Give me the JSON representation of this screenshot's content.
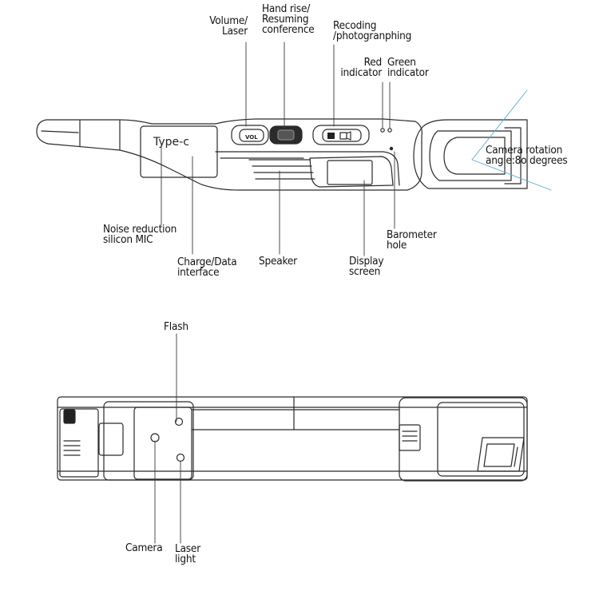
{
  "top_view": {
    "callouts": {
      "volume_laser": "Volume/\nLaser",
      "hand_rise": "Hand rise/\nResuming\nconference",
      "recording": "Recoding\n/photogranphing",
      "red_indicator": "Red\nindicator",
      "green_indicator": "Green\nindicator",
      "camera_rotation": "Camera rotation\nangle:8o degrees",
      "noise_mic": "Noise reduction\nsilicon MIC",
      "charge_interface": "Charge/Data\ninterface",
      "speaker": "Speaker",
      "display_screen": "Display\nscreen",
      "barometer_hole": "Barometer\nhole"
    },
    "device_text": {
      "type_c": "Type-c",
      "vol_button": "VOL"
    }
  },
  "bottom_view": {
    "callouts": {
      "flash": "Flash",
      "camera": "Camera",
      "laser_light": "Laser\nlight"
    }
  },
  "colors": {
    "outline": "#2a2a2a",
    "leader": "#3a3a3a",
    "rotation_line": "#5aa9dc",
    "fill": "#ffffff"
  }
}
